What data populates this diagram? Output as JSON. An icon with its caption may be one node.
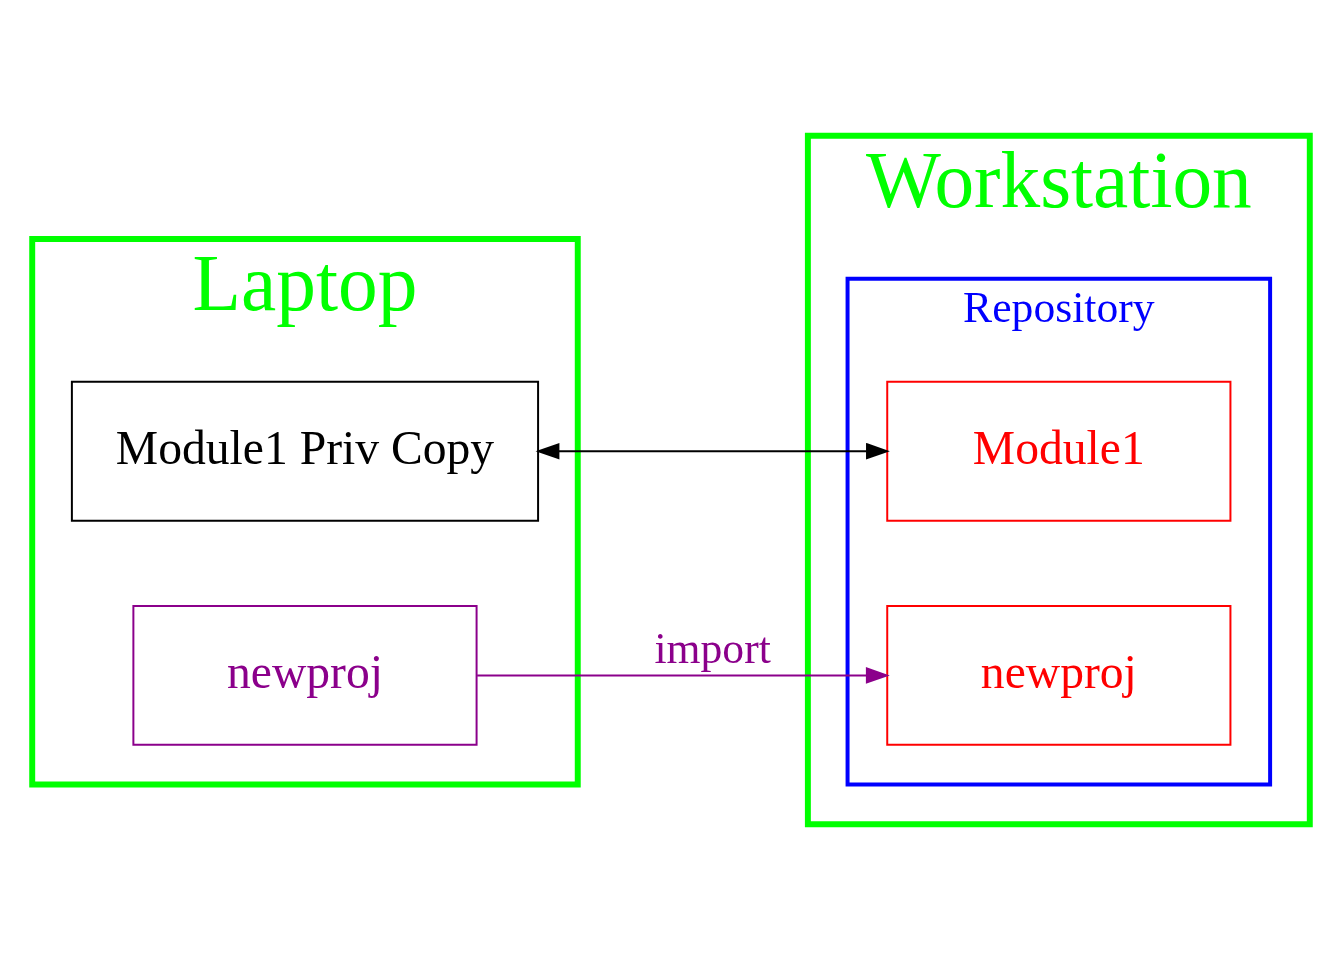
{
  "diagram": {
    "nodes": [
      {
        "text": [
          "Laptop"
        ]
      },
      {
        "text": [
          "Module1 Priv Copy"
        ],
        "in": 0
      },
      {
        "text": [
          "newproj"
        ],
        "in": 0
      },
      {
        "text": [
          "Workstation"
        ]
      },
      {
        "text": [
          "Repository"
        ],
        "in": 3
      },
      {
        "text": [
          "Module1"
        ],
        "in": 4
      },
      {
        "text": [
          "newproj"
        ],
        "in": 4
      }
    ],
    "edges": [
      {
        "from": 1,
        "to": 5,
        "arrow": "both"
      },
      {
        "from": 2,
        "to": 6,
        "arrow": "to",
        "label": "import",
        "color": "#8b008b"
      }
    ]
  }
}
